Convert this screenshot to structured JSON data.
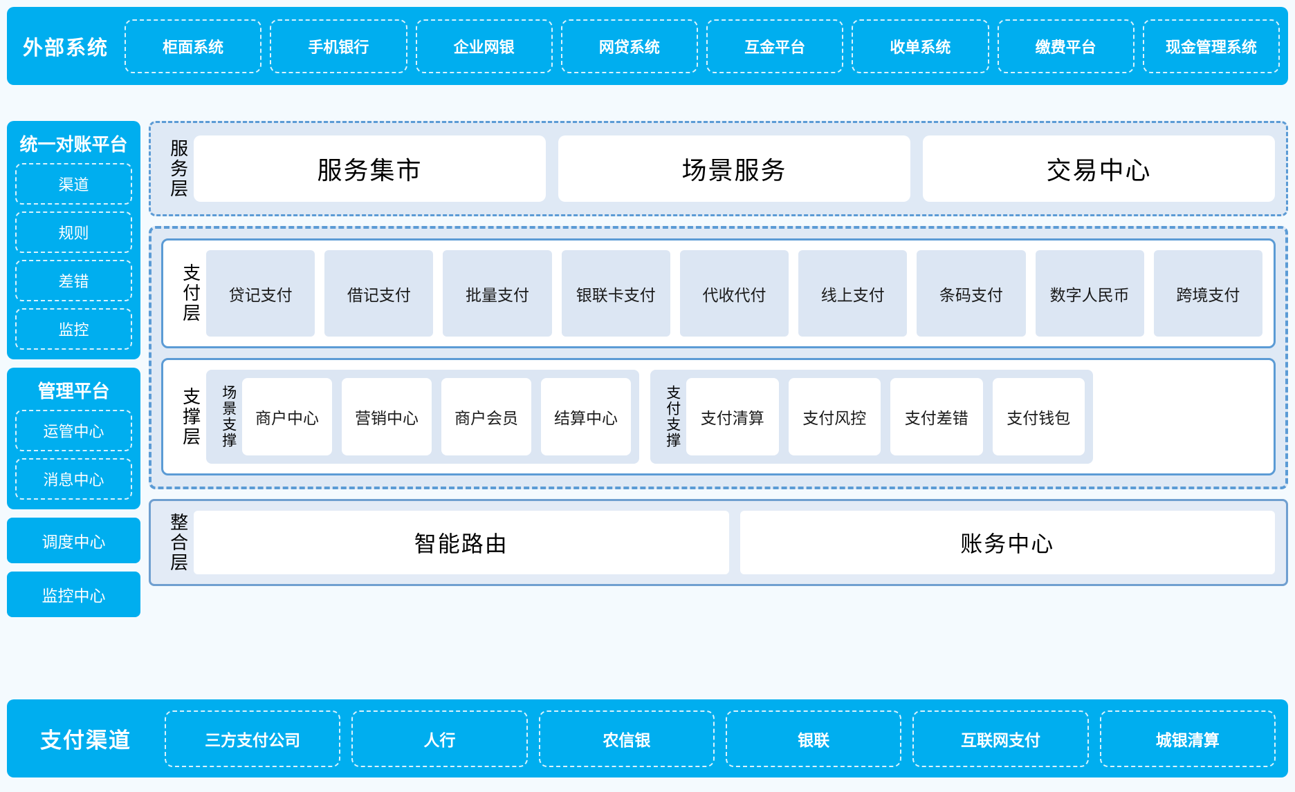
{
  "external": {
    "title": "外部系统",
    "items": [
      "柜面系统",
      "手机银行",
      "企业网银",
      "网贷系统",
      "互金平台",
      "收单系统",
      "缴费平台",
      "现金管理系统"
    ]
  },
  "sidebar": {
    "reconciliation": {
      "title": "统一对账平台",
      "items": [
        "渠道",
        "规则",
        "差错",
        "监控"
      ]
    },
    "management": {
      "title": "管理平台",
      "items": [
        "运管中心",
        "消息中心"
      ]
    },
    "standalone": [
      "调度中心",
      "监控中心"
    ]
  },
  "service_layer": {
    "label": "服务层",
    "cards": [
      "服务集市",
      "场景服务",
      "交易中心"
    ]
  },
  "payment_layer": {
    "label": "支付层",
    "tiles": [
      "贷记支付",
      "借记支付",
      "批量支付",
      "银联卡支付",
      "代收代付",
      "线上支付",
      "条码支付",
      "数字人民币",
      "跨境支付"
    ]
  },
  "support_layer": {
    "label": "支撑层",
    "groups": [
      {
        "label": "场景支撑",
        "tiles": [
          "商户中心",
          "营销中心",
          "商户会员",
          "结算中心"
        ]
      },
      {
        "label": "支付支撑",
        "tiles": [
          "支付清算",
          "支付风控",
          "支付差错",
          "支付钱包"
        ]
      }
    ]
  },
  "integration_layer": {
    "label": "整合层",
    "cards": [
      "智能路由",
      "账务中心"
    ]
  },
  "channel": {
    "title": "支付渠道",
    "items": [
      "三方支付公司",
      "人行",
      "农信银",
      "银联",
      "互联网支付",
      "城银清算"
    ]
  },
  "colors": {
    "cyan": "#00AEEF",
    "dashed_blue": "#5B9BD5",
    "panel_blue": "#DFE9F5",
    "tile_blue": "#DCE6F3",
    "page_bg": "#F4FAFE"
  }
}
